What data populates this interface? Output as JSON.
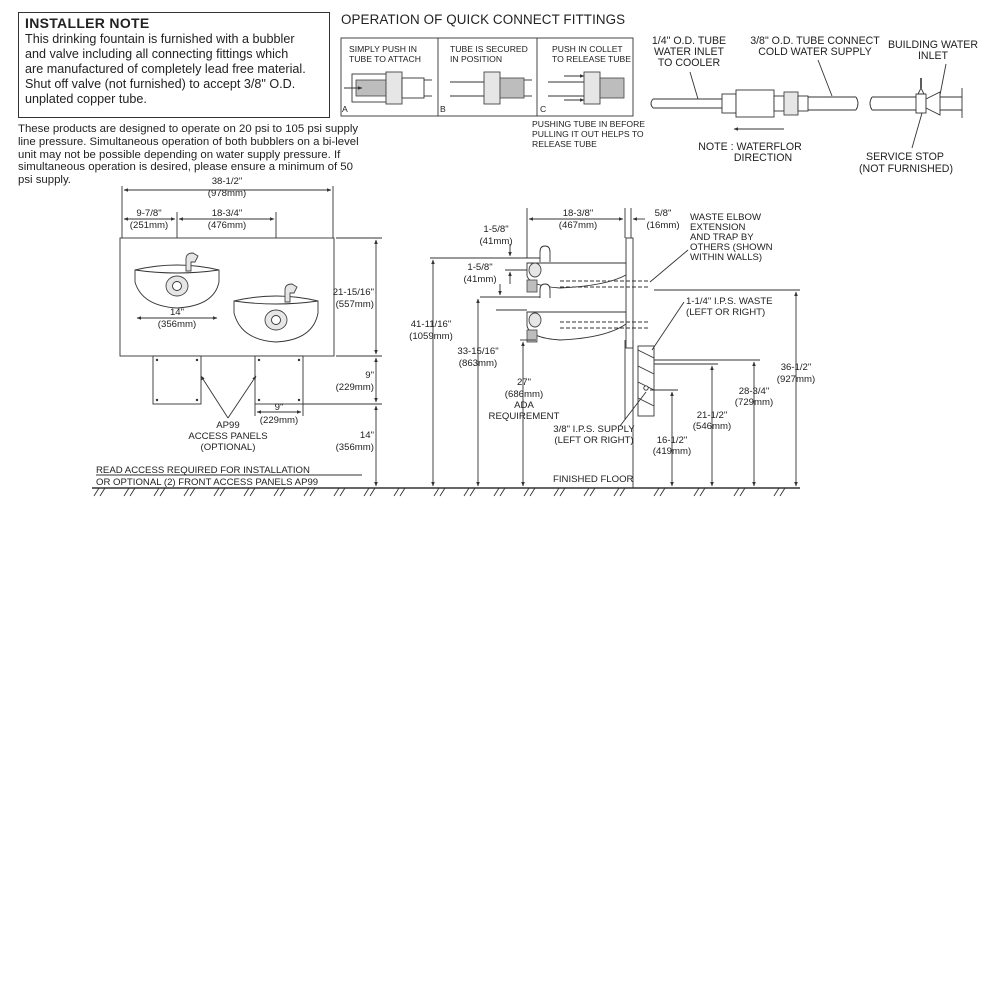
{
  "installer_note": {
    "title": "INSTALLER NOTE",
    "body": "This drinking fountain is furnished with a bubbler\nand valve including all connecting fittings which\nare manufactured of completely lead free material.\nShut off valve (not furnished) to accept 3/8\" O.D.\nunplated copper tube."
  },
  "pressure_note": "These products are designed to operate on 20 psi to 105 psi supply\nline pressure. Simultaneous operation of both bubblers on a bi-level\nunit may not be possible depending on water supply pressure. If\nsimultaneous operation is desired, please ensure a minimum of 50\npsi supply.",
  "quick_connect": {
    "title": "OPERATION OF QUICK CONNECT FITTINGS",
    "steps": [
      {
        "letter": "A",
        "line1": "SIMPLY PUSH IN",
        "line2": "TUBE TO ATTACH"
      },
      {
        "letter": "B",
        "line1": "TUBE IS SECURED",
        "line2": "IN POSITION"
      },
      {
        "letter": "C",
        "line1": "PUSH IN COLLET",
        "line2": "TO RELEASE TUBE"
      }
    ],
    "note": [
      "PUSHING TUBE IN BEFORE",
      "PULLING IT OUT HELPS TO",
      "RELEASE TUBE"
    ]
  },
  "supply_detail": {
    "inlet_label": [
      "1/4\" O.D. TUBE",
      "WATER INLET",
      "TO COOLER"
    ],
    "connect_label": [
      "3/8\" O.D. TUBE CONNECT",
      "COLD WATER SUPPLY"
    ],
    "building_label": [
      "BUILDING WATER",
      "INLET"
    ],
    "flow_note": [
      "NOTE : WATERFLOR",
      "DIRECTION"
    ],
    "stop_label": [
      "SERVICE STOP",
      "(NOT FURNISHED)"
    ]
  },
  "front_view": {
    "overall": [
      "38-1/2\"",
      "(978mm)"
    ],
    "left_offset": [
      "9-7/8\"",
      "(251mm)"
    ],
    "spacing": [
      "18-3/4\"",
      "(476mm)"
    ],
    "bowl_width": [
      "14\"",
      "(356mm)"
    ],
    "height": [
      "21-15/16\"",
      "(557mm)"
    ],
    "panel_height": [
      "9\"",
      "(229mm)"
    ],
    "panel_width": [
      "9\"",
      "(229mm)"
    ],
    "floor_clear": [
      "14\"",
      "(356mm)"
    ],
    "panels_label": [
      "AP99",
      "ACCESS PANELS",
      "(OPTIONAL)"
    ],
    "access_note": [
      "READ ACCESS REQUIRED FOR INSTALLATION",
      "OR OPTIONAL (2) FRONT ACCESS PANELS AP99"
    ]
  },
  "side_view": {
    "depth": [
      "18-3/8\"",
      "(467mm)"
    ],
    "wall_offset": [
      "5/8\"",
      "(16mm)"
    ],
    "upper_drop": [
      "1-5/8\"",
      "(41mm)"
    ],
    "lower_drop": [
      "1-5/8\"",
      "(41mm)"
    ],
    "overall_h": [
      "41-11/16\"",
      "(1059mm)"
    ],
    "lower_h": [
      "33-15/16\"",
      "(863mm)"
    ],
    "ada": [
      "27\"",
      "(686mm)",
      "ADA",
      "REQUIREMENT"
    ],
    "waste_elbow": [
      "WASTE ELBOW",
      "EXTENSION",
      "AND TRAP BY",
      "OTHERS (SHOWN",
      "WITHIN WALLS)"
    ],
    "waste": [
      "1-1/4\" I.P.S. WASTE",
      "(LEFT OR RIGHT)"
    ],
    "supply": [
      "3/8\" I.P.S. SUPPLY",
      "(LEFT OR RIGHT)"
    ],
    "d365": [
      "36-1/2\"",
      "(927mm)"
    ],
    "d2875": [
      "28-3/4\"",
      "(729mm)"
    ],
    "d215": [
      "21-1/2\"",
      "(546mm)"
    ],
    "d165": [
      "16-1/2\"",
      "(419mm)"
    ],
    "floor": "FINISHED FLOOR"
  }
}
